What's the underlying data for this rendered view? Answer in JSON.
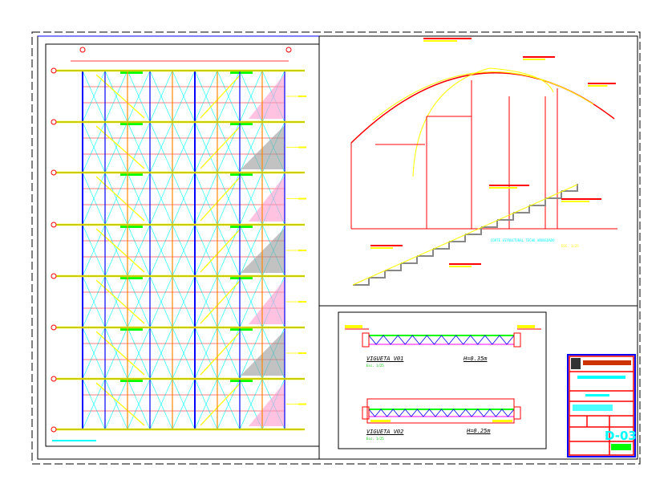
{
  "drawing": {
    "section_caption": "CORTE ESTRUCTURAL TECHO ABOVEDADO",
    "section_scale": "ESC. 1/25",
    "vigueta_1": {
      "name": "VIGUETA V01",
      "height": "H=0.35m",
      "scale": "Esc. 1/25"
    },
    "vigueta_2": {
      "name": "VIGUETA V02",
      "height": "H=0.25m",
      "scale": "Esc. 1/25"
    },
    "sheet_number": "D-03"
  },
  "colors": {
    "frame": "#000000",
    "structure_blue": "#0000ff",
    "cyan": "#00ffff",
    "yellow": "#ffff00",
    "red": "#ff0000",
    "green": "#00ff00",
    "magenta": "#ff00ff"
  }
}
